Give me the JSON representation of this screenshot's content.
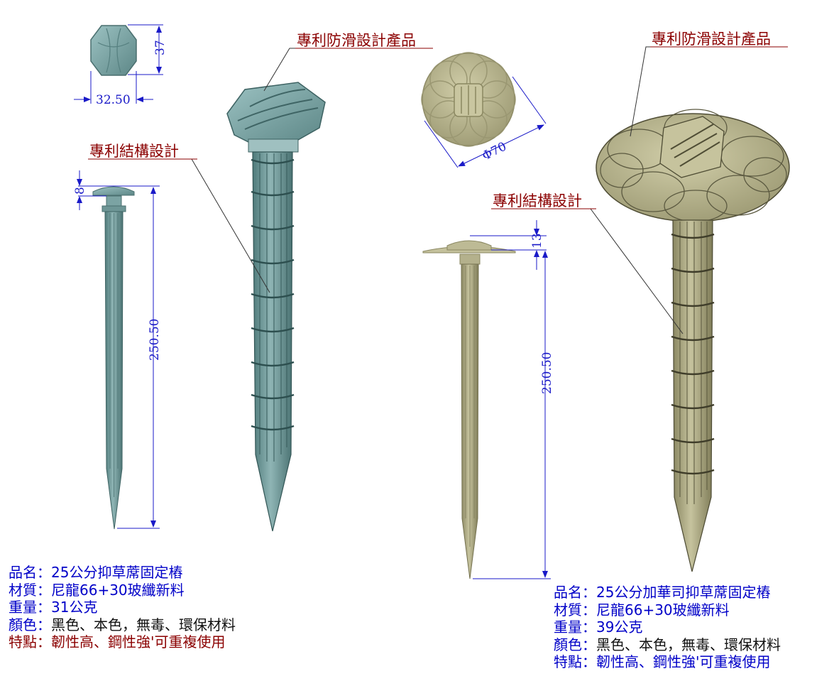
{
  "callouts": {
    "left_head": "專利防滑設計產品",
    "left_body": "專利結構設計",
    "right_head": "專利防滑設計產品",
    "right_body": "專利結構設計"
  },
  "dimensions": {
    "left_top_height": "37",
    "left_top_width": "32.50",
    "left_head_height": "8",
    "left_length": "250.50",
    "right_head_diameter": "Φ70",
    "right_head_height": "13",
    "right_length": "250.50"
  },
  "colors": {
    "teal_product": "#7aa3a3",
    "khaki_product": "#b3b08a",
    "callout_text": "#8b0000",
    "dimension_line": "#1a1ac8"
  },
  "specs_left": {
    "name_key": "品名",
    "name_val": "25公分抑草蓆固定樁",
    "material_key": "材質",
    "material_val": "尼龍66+30玻纖新料",
    "weight_key": "重量",
    "weight_val": "31公克",
    "color_key": "顏色",
    "color_val_main": "黑色、本色",
    "color_val_rest": "，無毒、環保材料",
    "feature_key": "特點",
    "feature_val": "韌性高、鋼性強'可重複使用"
  },
  "specs_right": {
    "name_key": "品名",
    "name_val": "25公分加華司抑草蓆固定樁",
    "material_key": "材質",
    "material_val": "尼龍66+30玻纖新料",
    "weight_key": "重量",
    "weight_val": "39公克",
    "color_key": "顏色",
    "color_val_main": "黑色、本色",
    "color_val_rest": "，無毒、環保材料",
    "feature_key": "特點",
    "feature_val": "韌性高、鋼性強'可重複使用"
  }
}
